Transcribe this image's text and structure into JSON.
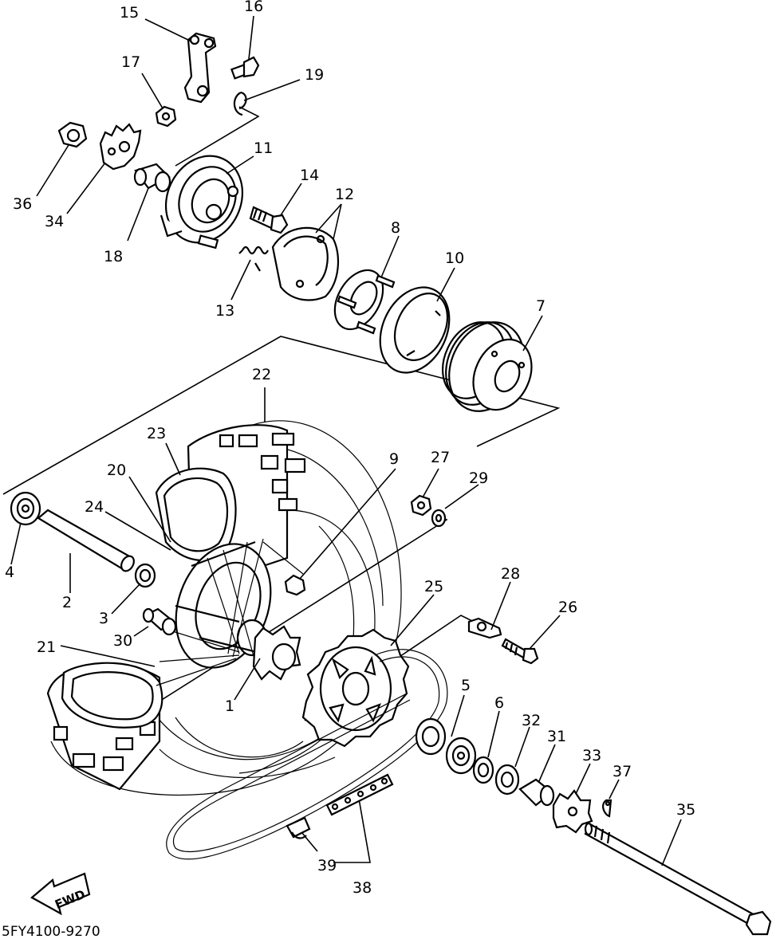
{
  "diagram_code": "5FY4100-9270",
  "fwd_label": "FWD",
  "callouts": [
    "1",
    "2",
    "3",
    "4",
    "5",
    "6",
    "7",
    "8",
    "9",
    "10",
    "11",
    "12",
    "13",
    "14",
    "15",
    "16",
    "17",
    "18",
    "19",
    "20",
    "21",
    "22",
    "23",
    "24",
    "25",
    "26",
    "27",
    "28",
    "29",
    "30",
    "31",
    "32",
    "33",
    "34",
    "35",
    "36",
    "37",
    "38",
    "39"
  ]
}
